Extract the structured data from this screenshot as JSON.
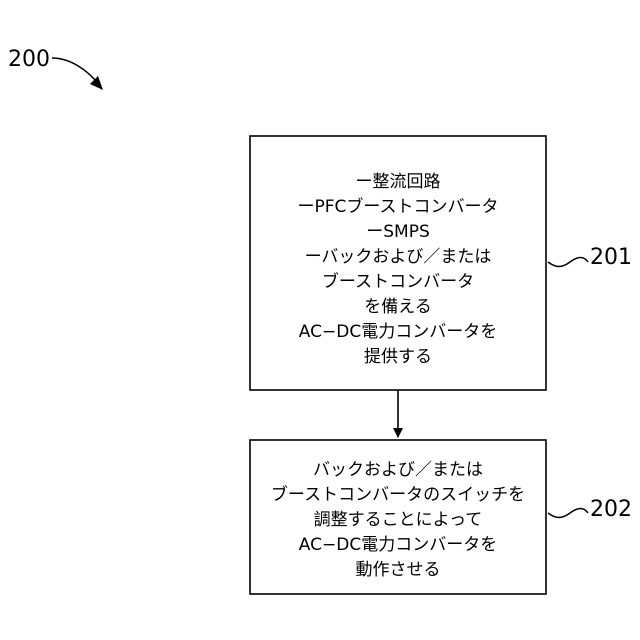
{
  "figure_ref": "200",
  "steps": [
    {
      "ref": "201",
      "lines": [
        "ー整流回路",
        "ーPFCブーストコンバータ",
        "ーSMPS",
        "ーバックおよび／または",
        "ブーストコンバータ",
        "を備える",
        "AC−DC電力コンバータを",
        "提供する"
      ]
    },
    {
      "ref": "202",
      "lines": [
        "バックおよび／または",
        "ブーストコンバータのスイッチを",
        "調整することによって",
        "AC−DC電力コンバータを",
        "動作させる"
      ]
    }
  ]
}
